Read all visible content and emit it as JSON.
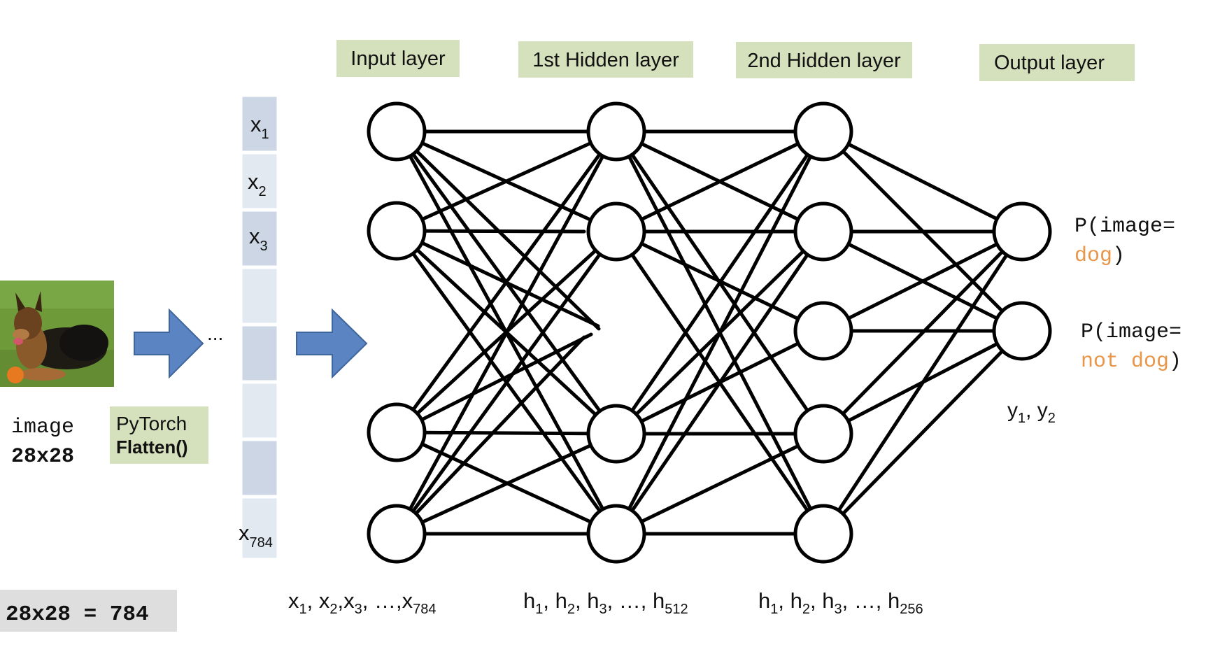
{
  "layers": {
    "input": "Input layer",
    "hidden1": "1st Hidden layer",
    "hidden2": "2nd Hidden layer",
    "output": "Output layer"
  },
  "vector": {
    "x1": {
      "base": "x",
      "sub": "1"
    },
    "x2": {
      "base": "x",
      "sub": "2"
    },
    "x3": {
      "base": "x",
      "sub": "3"
    },
    "x784": {
      "base": "x",
      "sub": "784"
    },
    "ellipsis": "..."
  },
  "image": {
    "label_line1": "image",
    "label_line2": "28x28",
    "description": "dog"
  },
  "flatten": {
    "line1": "PyTorch",
    "line2": "Flatten()"
  },
  "formula": "28x28 = 784",
  "outputs": {
    "p1_line1": "P(image=",
    "p1_word": "dog",
    "p1_close": ")",
    "p2_line1": "P(image=",
    "p2_word": "not dog",
    "p2_close": ")",
    "y_sep": ", "
  },
  "bottom": {
    "input_seq": "x1, x2,x3, …,x784",
    "hidden1_seq": "h1, h2, h3, …, h512",
    "hidden2_seq": "h1, h2, h3, …, h256"
  },
  "colors": {
    "label_bg": "#d5e1bd",
    "vector_dark": "#cdd6e5",
    "vector_light": "#e3e9f1",
    "arrow_fill": "#5b85c2",
    "arrow_stroke": "#3f659e",
    "orange": "#e8964a",
    "formula_bg": "#dedede"
  }
}
